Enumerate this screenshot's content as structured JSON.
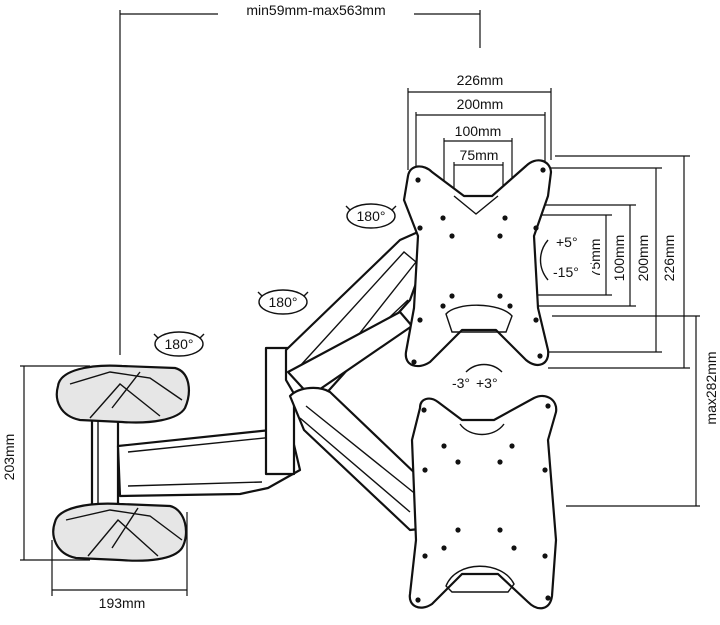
{
  "dimensions": {
    "extension": "min59mm-max563mm",
    "wall_height": "203mm",
    "wall_width": "193mm",
    "vesa_h_226": "226mm",
    "vesa_h_200": "200mm",
    "vesa_h_100": "100mm",
    "vesa_h_75": "75mm",
    "vesa_v_75": "75mm",
    "vesa_v_100": "100mm",
    "vesa_v_200": "200mm",
    "vesa_v_226": "226mm",
    "height_adjust": "max282mm"
  },
  "rotations": {
    "wall_swivel": "180°",
    "arm_swivel": "180°",
    "head_swivel": "180°",
    "tilt_up": "+5°",
    "tilt_down": "-15°",
    "level_minus": "-3°",
    "level_plus": "+3°"
  }
}
